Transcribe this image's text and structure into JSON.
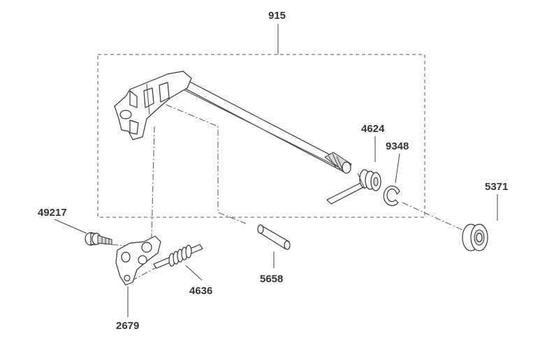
{
  "labels": {
    "p915": "915",
    "p4624": "4624",
    "p9348": "9348",
    "p5371": "5371",
    "p49217": "49217",
    "p5658": "5658",
    "p4636": "4636",
    "p2679": "2679"
  }
}
